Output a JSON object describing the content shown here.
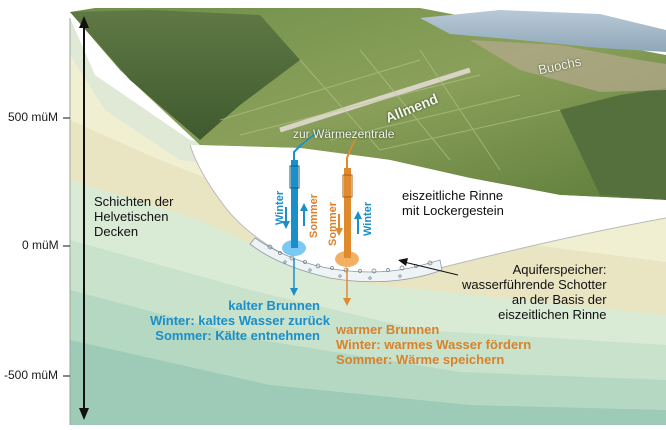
{
  "axis": {
    "ticks": [
      {
        "label": "500 müM"
      },
      {
        "label": "0 müM"
      },
      {
        "label": "-500 müM"
      }
    ]
  },
  "photo_labels": {
    "place_1": "Buochs",
    "place_2": "Allmend",
    "to_heat_plant": "zur Wärmezentrale"
  },
  "layers": {
    "helvetic": [
      "Schichten der",
      "Helvetischen",
      "Decken"
    ],
    "channel": [
      "eiszeitliche Rinne",
      "mit Lockergestein"
    ],
    "aquifer": [
      "Aquiferspeicher:",
      "wasserführende Schotter",
      "an der Basis der",
      "eiszeitlichen Rinne"
    ]
  },
  "wells": {
    "cold": {
      "title": "kalter Brunnen",
      "winter": "Winter: kaltes Wasser zurück",
      "summer": "Sommer: Kälte entnehmen",
      "arrow_winter": "Winter",
      "arrow_summer": "Sommer"
    },
    "warm": {
      "title": "warmer Brunnen",
      "winter": "Winter: warmes Wasser fördern",
      "summer": "Sommer: Wärme speichern",
      "arrow_summer": "Sommer",
      "arrow_winter": "Winter"
    }
  },
  "colors": {
    "cold": "#1a8fc9",
    "warm": "#d9822b",
    "channel_fill": "#ffffff",
    "layer_light": "#eef0d6",
    "layer_green": "#c5e0c8"
  },
  "icons": {
    "vertical_axis": "double-headed-arrow-icon",
    "aquifer_pointer": "arrow-pointer-icon"
  }
}
